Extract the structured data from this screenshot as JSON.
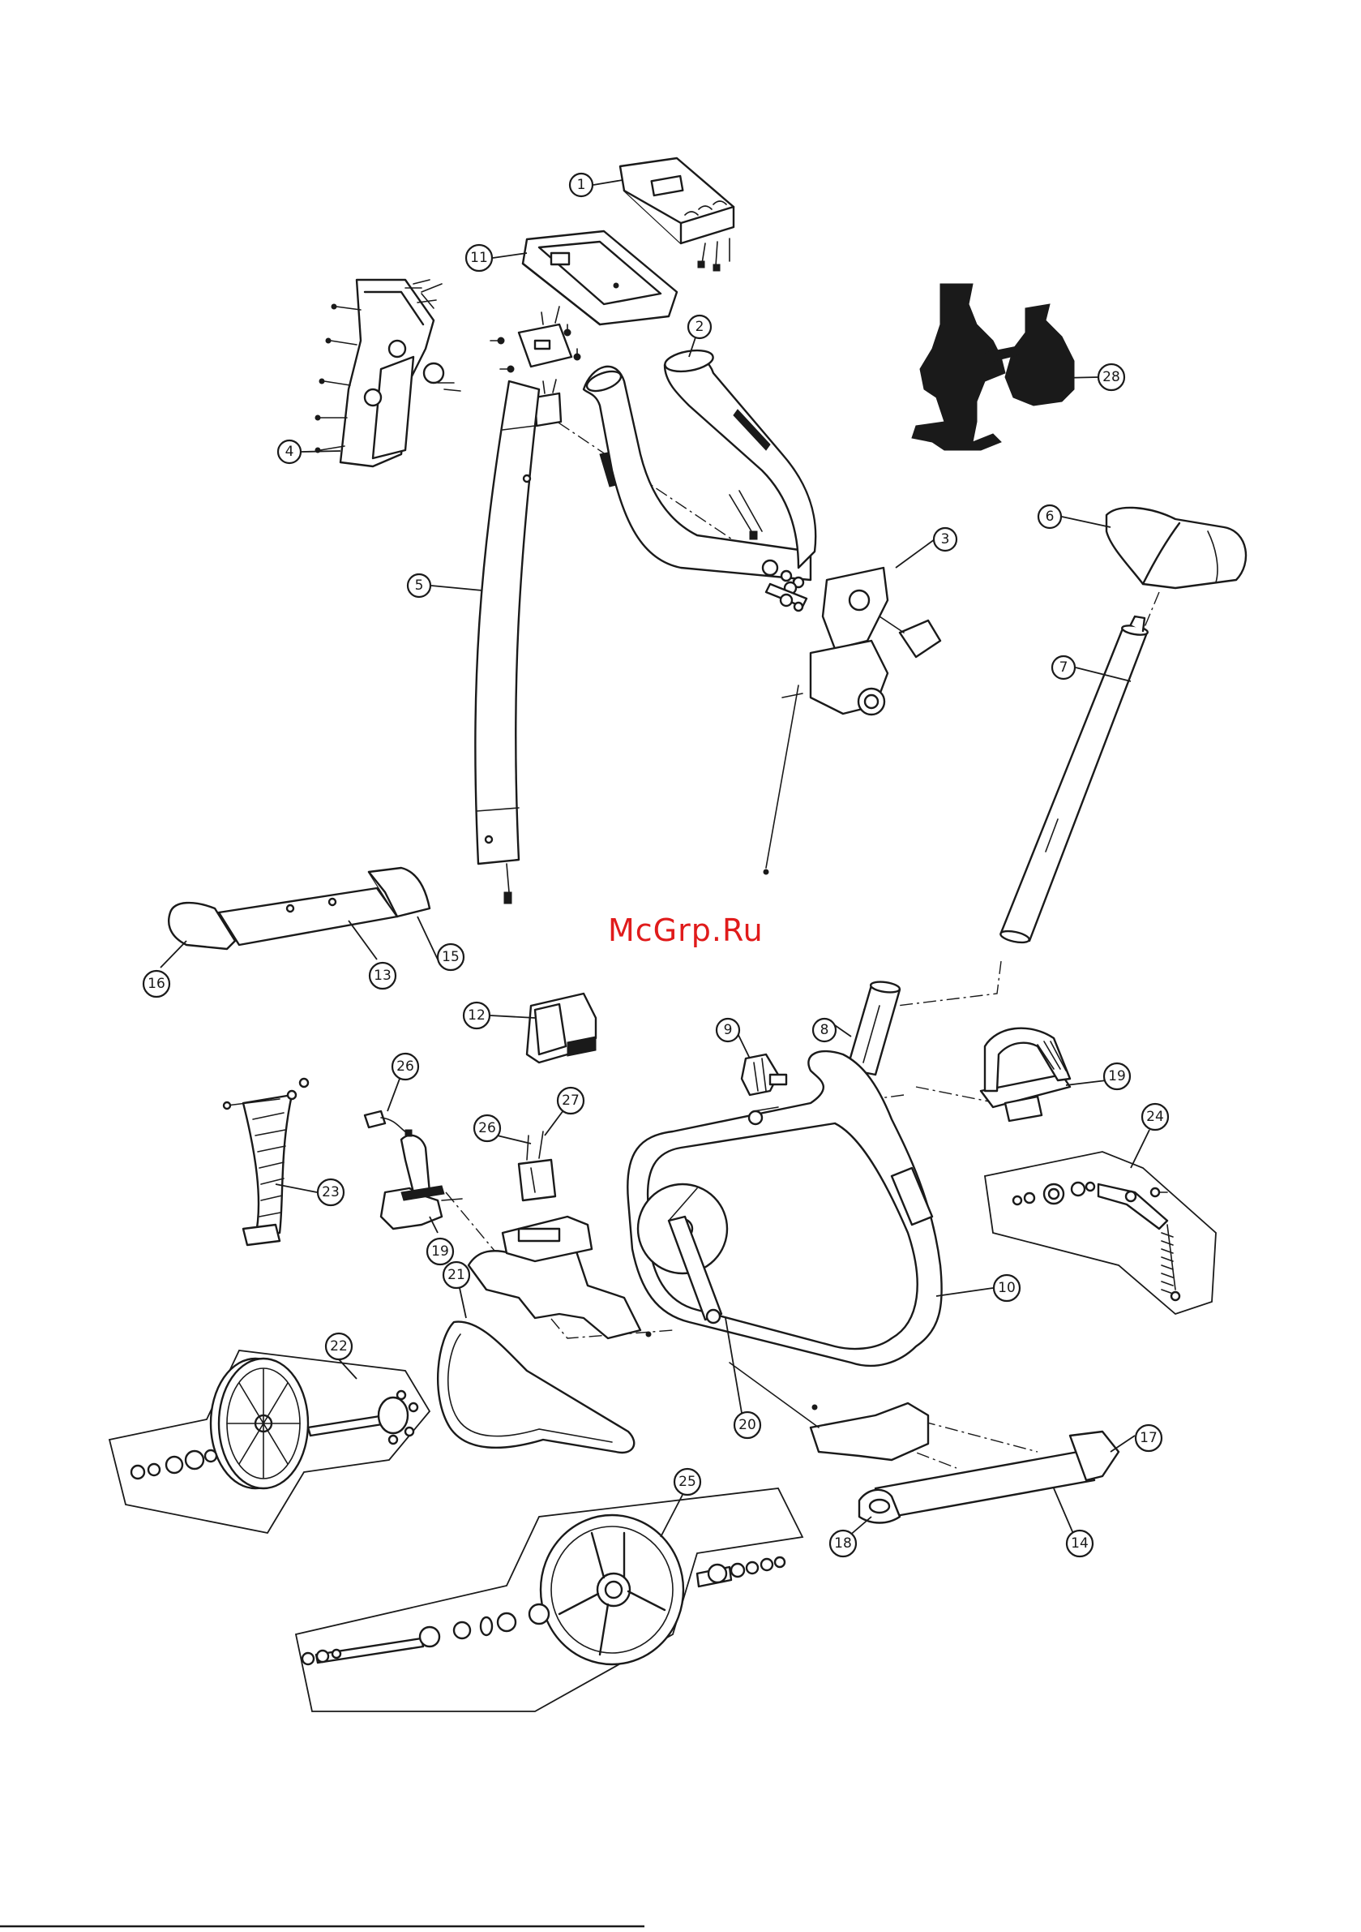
{
  "watermark": "McGrp.Ru",
  "callouts": [
    {
      "id": "1"
    },
    {
      "id": "2"
    },
    {
      "id": "3"
    },
    {
      "id": "4"
    },
    {
      "id": "5"
    },
    {
      "id": "6"
    },
    {
      "id": "7"
    },
    {
      "id": "8"
    },
    {
      "id": "9"
    },
    {
      "id": "10"
    },
    {
      "id": "11"
    },
    {
      "id": "12"
    },
    {
      "id": "13"
    },
    {
      "id": "14"
    },
    {
      "id": "15"
    },
    {
      "id": "16"
    },
    {
      "id": "17"
    },
    {
      "id": "18"
    },
    {
      "id": "19a",
      "label": "19"
    },
    {
      "id": "19b",
      "label": "19"
    },
    {
      "id": "20"
    },
    {
      "id": "21"
    },
    {
      "id": "22"
    },
    {
      "id": "23"
    },
    {
      "id": "24"
    },
    {
      "id": "25"
    },
    {
      "id": "26a",
      "label": "26"
    },
    {
      "id": "26b",
      "label": "26"
    },
    {
      "id": "27"
    },
    {
      "id": "28"
    }
  ],
  "colors": {
    "ink": "#1a1a1a",
    "watermark": "#e01b1b",
    "background": "#ffffff"
  }
}
